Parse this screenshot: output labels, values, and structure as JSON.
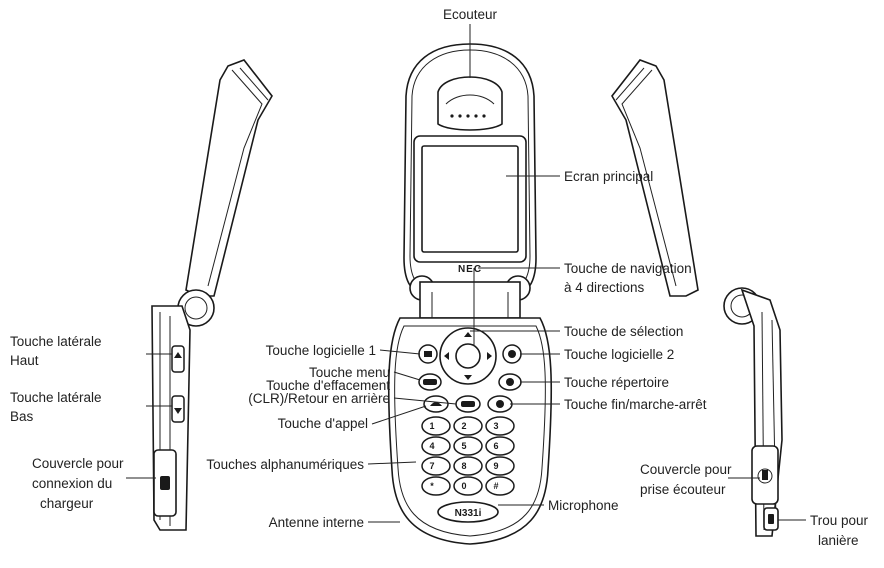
{
  "labels": {
    "ecouteur": "Ecouteur",
    "ecran_principal": "Ecran principal",
    "navigation_1": "Touche de navigation",
    "navigation_2": "à 4 directions",
    "selection": "Touche de sélection",
    "logicielle_1": "Touche logicielle 1",
    "logicielle_2": "Touche logicielle 2",
    "menu": "Touche menu",
    "effacement_1": "Touche d'effacement",
    "effacement_2": "(CLR)/Retour en arrière",
    "repertoire": "Touche répertoire",
    "fin": "Touche fin/marche-arrêt",
    "appel": "Touche d'appel",
    "alphanum": "Touches alphanumériques",
    "microphone": "Microphone",
    "antenne": "Antenne interne",
    "laterale_haut_1": "Touche latérale",
    "laterale_haut_2": "Haut",
    "laterale_bas_1": "Touche latérale",
    "laterale_bas_2": "Bas",
    "couv_chargeur_1": "Couvercle pour",
    "couv_chargeur_2": "connexion du",
    "couv_chargeur_3": "chargeur",
    "couv_ecouteur_1": "Couvercle pour",
    "couv_ecouteur_2": "prise écouteur",
    "trou_1": "Trou pour",
    "trou_2": "lanière"
  },
  "phone": {
    "brand": "NEC",
    "model": "N331i"
  },
  "keypad": [
    "1",
    "2",
    "3",
    "4",
    "5",
    "6",
    "7",
    "8",
    "9",
    "*",
    "0",
    "#"
  ]
}
